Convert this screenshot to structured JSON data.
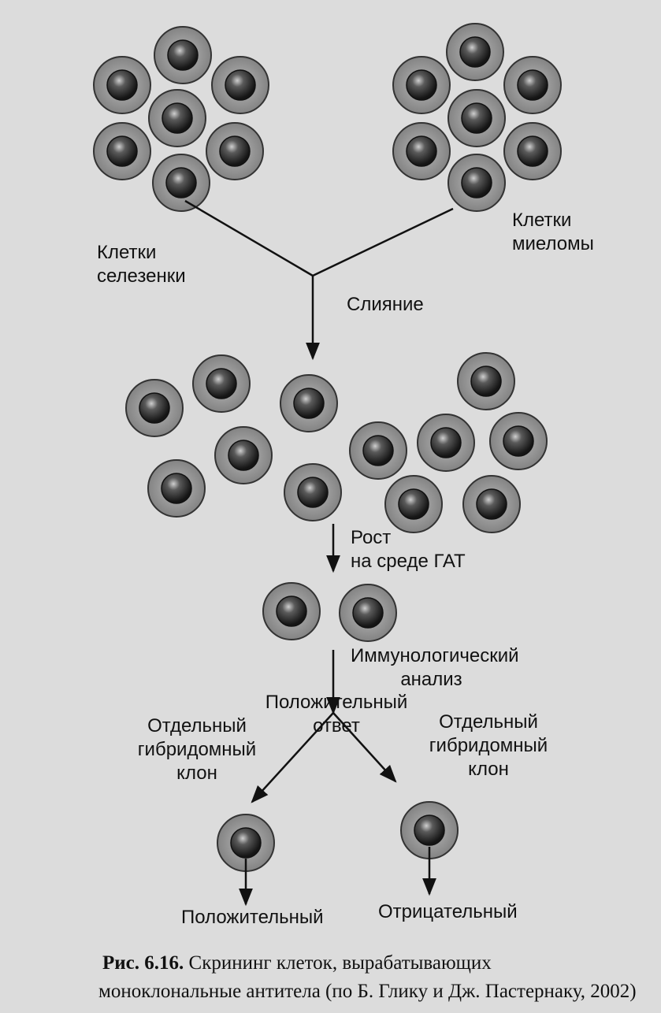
{
  "labels": {
    "spleen_cells": [
      "Клетки",
      "селезенки"
    ],
    "myeloma_cells": [
      "Клетки",
      "миеломы"
    ],
    "fusion": "Слияние",
    "growth": [
      "Рост",
      "на среде ГАТ"
    ],
    "immuno_assay": [
      "Иммунологический",
      "анализ"
    ],
    "positive_answer": [
      "Положительный",
      "ответ"
    ],
    "clone_left": [
      "Отдельный",
      "гибридомный",
      "клон"
    ],
    "clone_right": [
      "Отдельный",
      "гибридомный",
      "клон"
    ],
    "result_positive": "Положительный",
    "result_negative": "Отрицательный"
  },
  "caption": {
    "prefix": "Рис. 6.16.",
    "line1": "Скрининг клеток, вырабатывающих",
    "line2": "моноклональные антитела (по Б. Глику и Дж. Пастернаку, 2002)"
  },
  "colors": {
    "background": "#dcdcdc",
    "cell_outer": "#9a9a9a",
    "nucleus": "#2a2a2a",
    "lines": "#111111"
  }
}
